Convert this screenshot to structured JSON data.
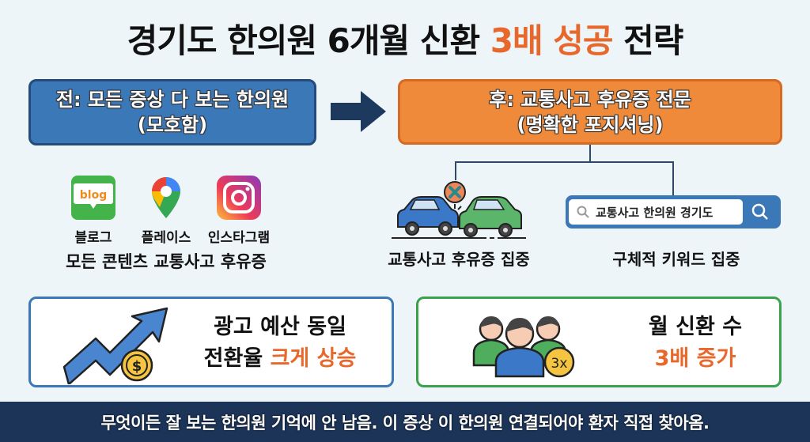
{
  "title": {
    "prefix": "경기도 한의원 6개월 신환 ",
    "highlight": "3배 성공",
    "suffix": " 전략"
  },
  "before": {
    "line1": "전: 모든 증상 다 보는 한의원",
    "line2": "(모호함)",
    "color": "#3b78b8"
  },
  "after": {
    "line1": "후: 교통사고 후유증 전문",
    "line2": "(명확한 포지셔닝)",
    "color": "#ee8a3a"
  },
  "channels": {
    "items": [
      {
        "icon": "blog-icon",
        "icon_text": "blog",
        "label": "블로그"
      },
      {
        "icon": "map-pin-icon",
        "label": "플레이스"
      },
      {
        "icon": "instagram-icon",
        "label": "인스타그램"
      }
    ],
    "caption": "모든 콘텐츠 교통사고 후유증"
  },
  "focus": {
    "crash_caption": "교통사고 후유증 집중",
    "search_value": "교통사고 한의원 경기도",
    "search_caption": "구체적 키워드 집중"
  },
  "results": {
    "left": {
      "line1": "광고 예산 동일",
      "line2_prefix": "전환율 ",
      "line2_highlight": "크게 상승"
    },
    "right": {
      "line1": "월 신환 수",
      "line2_highlight": "3배 증가",
      "badge": "3x"
    }
  },
  "footer": {
    "text": "무엇이든 잘 보는 한의원 기억에 안 남음. 이 증상 이 한의원 연결되어야 환자 직접 찾아옴."
  },
  "colors": {
    "accent_orange": "#e8672a",
    "blue": "#3b78b8",
    "green": "#3aa24a",
    "navy": "#1c3458"
  }
}
